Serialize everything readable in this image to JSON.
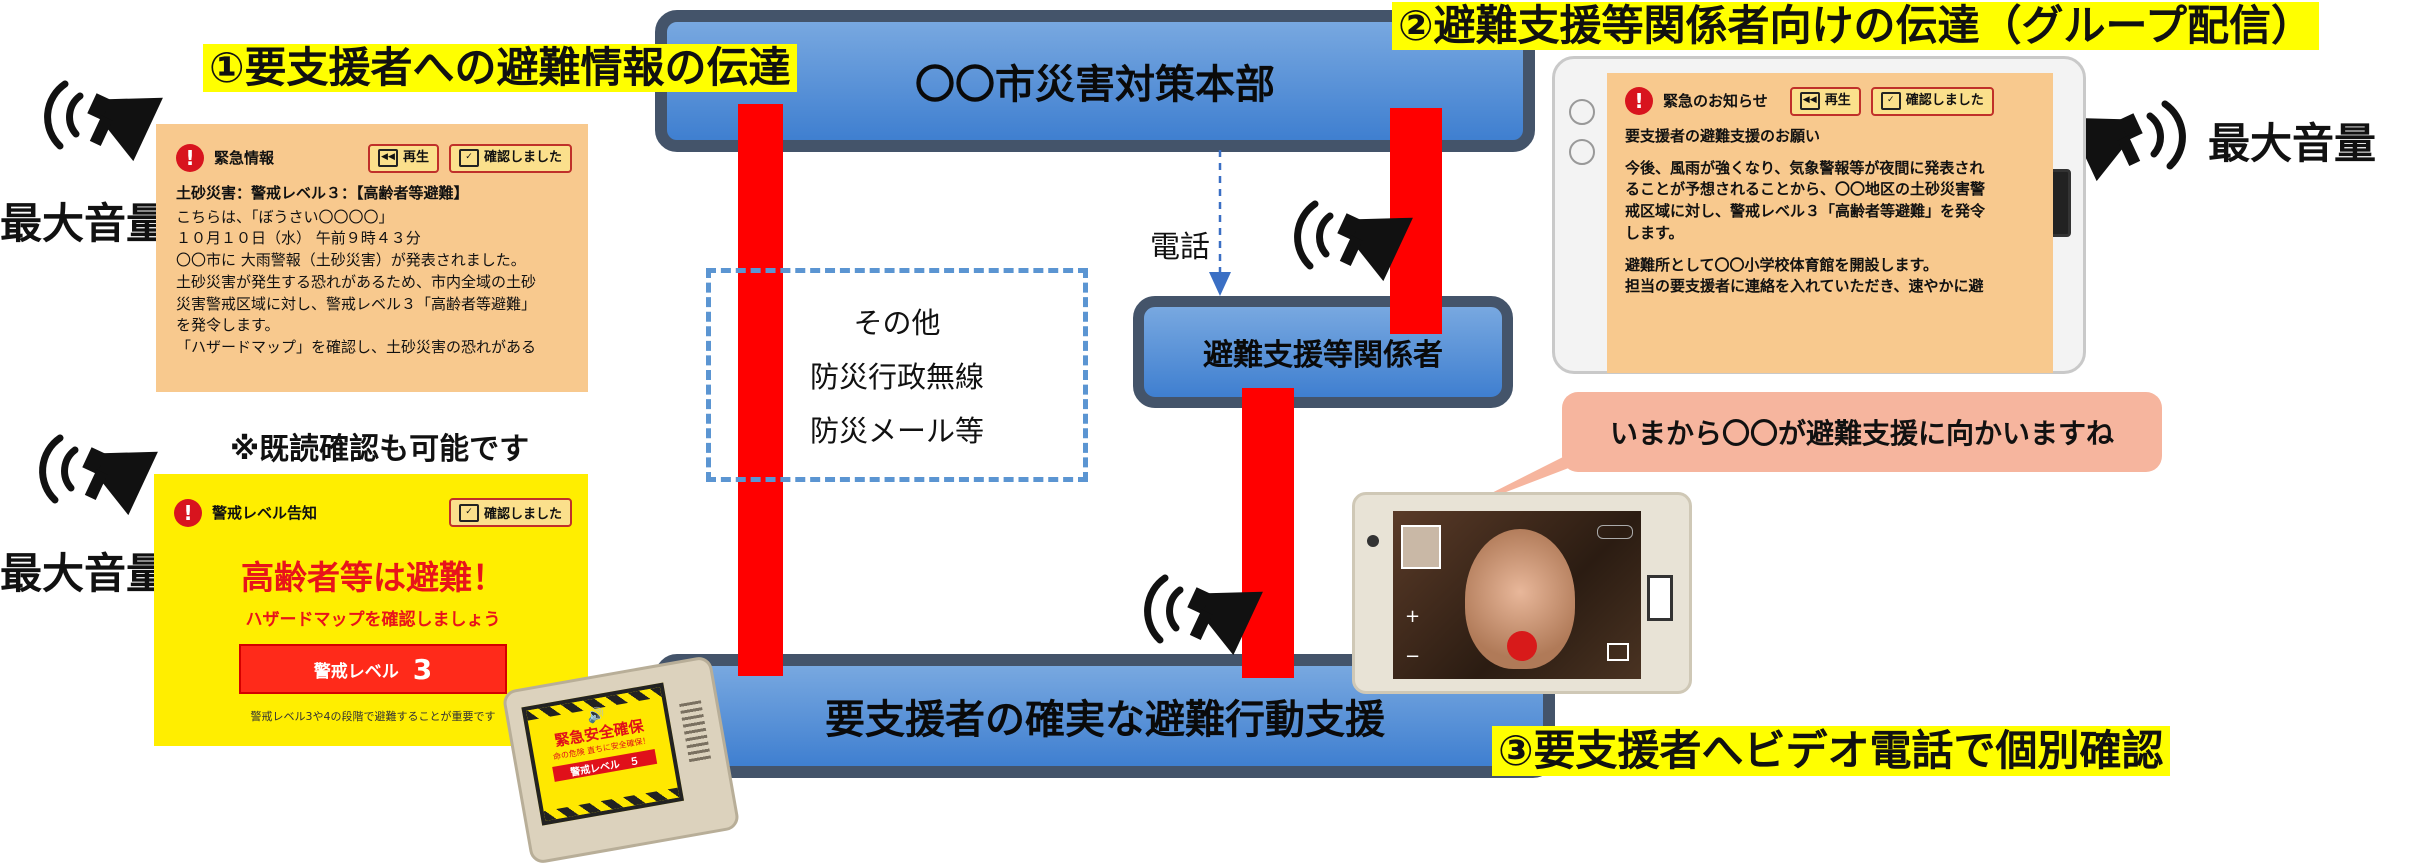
{
  "labels": {
    "label1": "①要支援者への避難情報の伝達",
    "label2": "②避難支援等関係者向けの伝達（グループ配信）",
    "label3": "③要支援者へビデオ電話で個別確認",
    "max_vol": "最大音量",
    "read_confirm": "※既読確認も可能です",
    "phone": "電話"
  },
  "boxes": {
    "hq": "〇〇市災害対策本部",
    "supporters": "避難支援等関係者",
    "action": "要支援者の確実な避難行動支援"
  },
  "other": {
    "line1": "その他",
    "line2": "防災行政無線",
    "line3": "防災メール等"
  },
  "card1": {
    "title": "緊急情報",
    "play": "再生",
    "confirm": "確認しました",
    "lines": [
      "土砂災害：警戒レベル３：【高齢者等避難】",
      "こちらは、「ぼうさい〇〇〇〇」",
      "１０月１０日（水） 午前９時４３分",
      "〇〇市に 大雨警報（土砂災害）が発表されました。",
      "土砂災害が発生する恐れがあるため、市内全域の土砂",
      "災害警戒区域に対し、警戒レベル３「高齢者等避難」",
      "を発令します。",
      "「ハザードマップ」を確認し、土砂災害の恐れがある"
    ]
  },
  "card2": {
    "title": "警戒レベル告知",
    "confirm": "確認しました",
    "headline": "高齢者等は避難！",
    "sub": "ハザードマップを確認しましょう",
    "level_label": "警戒レベル",
    "level_num": "3",
    "note": "警戒レベル3や4の段階で避難することが重要です"
  },
  "card3": {
    "title": "緊急のお知らせ",
    "play": "再生",
    "confirm": "確認しました",
    "subject": "要支援者の避難支援のお願い",
    "lines": [
      "今後、風雨が強くなり、気象警報等が夜間に発表され",
      "ることが予想されることから、〇〇地区の土砂災害警",
      "戒区域に対し、警戒レベル３「高齢者等避難」を発令",
      "します。"
    ],
    "lines2": [
      "避難所として〇〇小学校体育館を開設します。",
      "担当の要支援者に連絡を入れていただき、速やかに避"
    ]
  },
  "speech": "いまから〇〇が避難支援に向かいますね",
  "device": {
    "title": "緊急安全確保",
    "sub": "命の危険 直ちに安全確保！",
    "level": "警戒レベル　５"
  },
  "colors": {
    "yellow": "#ffff00",
    "red_bar": "#ff0000",
    "blue": "#4f8ed8",
    "card": "#f8c98e",
    "alert_bg": "#ffee00",
    "speech": "#f6b59e"
  },
  "icons": [
    "speaker-icon",
    "exclamation-icon",
    "play-icon",
    "check-icon"
  ]
}
